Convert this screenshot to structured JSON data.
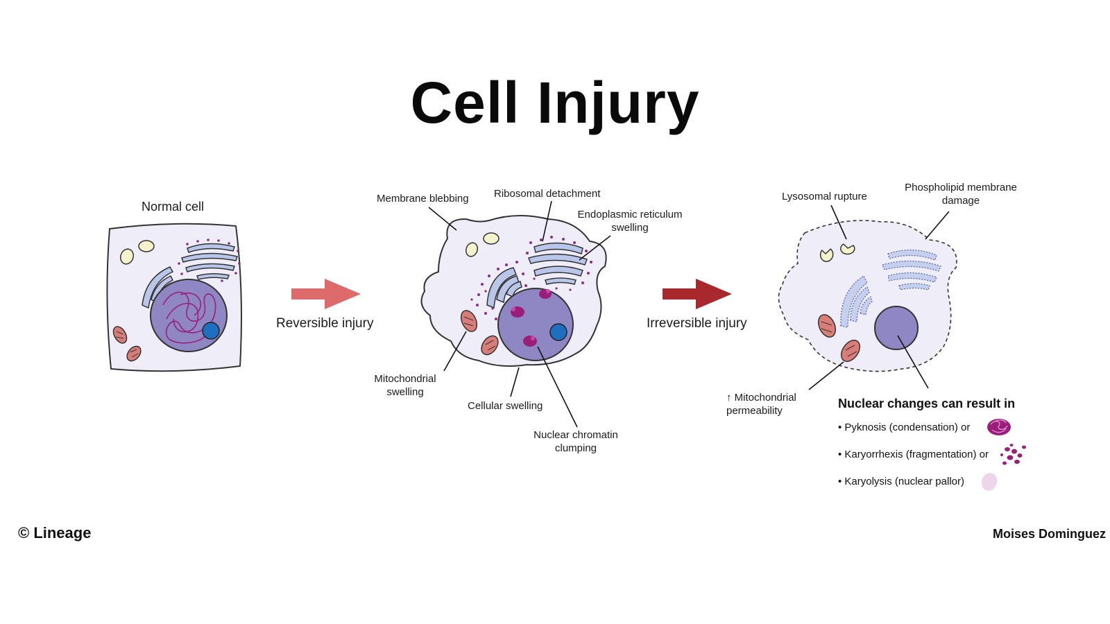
{
  "title": "Cell Injury",
  "stages": {
    "normal": "Normal cell",
    "reversible": "Reversible injury",
    "irreversible": "Irreversible injury"
  },
  "labels": {
    "membrane_blebbing": "Membrane blebbing",
    "ribosomal_detachment": "Ribosomal detachment",
    "er_swelling": "Endoplasmic reticulum\nswelling",
    "mito_swelling": "Mitochondrial\nswelling",
    "cellular_swelling": "Cellular swelling",
    "chromatin_clumping": "Nuclear chromatin\nclumping",
    "lysosomal_rupture": "Lysosomal rupture",
    "phospholipid_damage": "Phospholipid membrane\ndamage",
    "mito_permeability": "↑ Mitochondrial\npermeability"
  },
  "legend": {
    "heading": "Nuclear changes can result in",
    "items": [
      "• Pyknosis (condensation) or",
      "• Karyorrhexis (fragmentation) or",
      "• Karyolysis (nuclear pallor)"
    ]
  },
  "footer": {
    "left": "© Lineage",
    "right": "Moises Dominguez"
  },
  "colors": {
    "cell_fill": "#eeedf8",
    "nucleus": "#8f87c4",
    "nucleolus": "#1f6fc1",
    "chromatin": "#9a1f7a",
    "mitochondria": "#d97d78",
    "vesicle": "#f5f2cc",
    "er": "#b9c6ea",
    "ribosome": "#8a2c8e",
    "arrow_reversible": "#de6b6b",
    "arrow_irreversible": "#a8282d"
  }
}
